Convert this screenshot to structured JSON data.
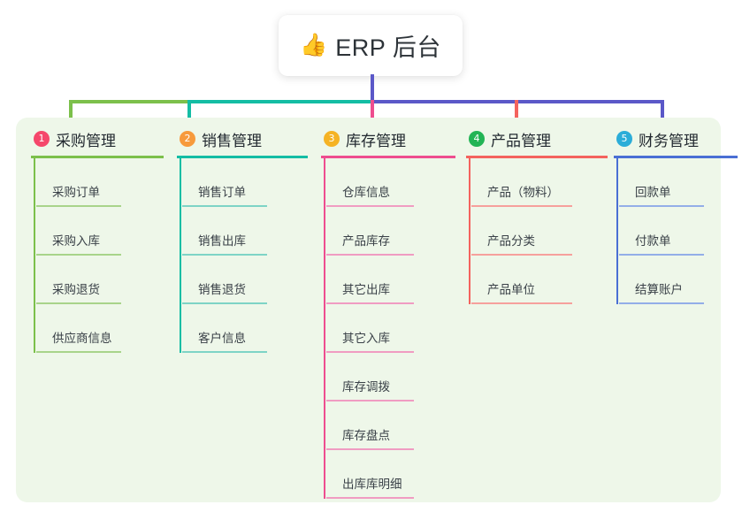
{
  "root": {
    "icon": "thumbs-up-icon",
    "emoji": "👍",
    "title": "ERP 后台"
  },
  "palette": {
    "panel_bg": "#eef7e9",
    "page_bg": "#ffffff",
    "stem_purple": "#5b58c8",
    "bus_green": "#7cc04b",
    "bus_teal": "#14bda4",
    "drop_pink": "#ee4d8f",
    "drop_red": "#f4635e"
  },
  "columns": [
    {
      "number": "1",
      "title": "采购管理",
      "badge_color": "#f5476b",
      "line_color": "#7cc04b",
      "leaf_line_color": "#a8d48a",
      "items": [
        {
          "label": "采购订单"
        },
        {
          "label": "采购入库"
        },
        {
          "label": "采购退货"
        },
        {
          "label": "供应商信息"
        }
      ]
    },
    {
      "number": "2",
      "title": "销售管理",
      "badge_color": "#f79a3c",
      "line_color": "#14bda4",
      "leaf_line_color": "#7ed4c6",
      "items": [
        {
          "label": "销售订单"
        },
        {
          "label": "销售出库"
        },
        {
          "label": "销售退货"
        },
        {
          "label": "客户信息"
        }
      ]
    },
    {
      "number": "3",
      "title": "库存管理",
      "badge_color": "#f5b324",
      "line_color": "#ee4d8f",
      "leaf_line_color": "#f09cc2",
      "items": [
        {
          "label": "仓库信息"
        },
        {
          "label": "产品库存"
        },
        {
          "label": "其它出库"
        },
        {
          "label": "其它入库"
        },
        {
          "label": "库存调拨"
        },
        {
          "label": "库存盘点"
        },
        {
          "label": "出库库明细"
        }
      ]
    },
    {
      "number": "4",
      "title": "产品管理",
      "badge_color": "#22b455",
      "line_color": "#f4635e",
      "leaf_line_color": "#f6a09c",
      "items": [
        {
          "label": "产品（物料）"
        },
        {
          "label": "产品分类"
        },
        {
          "label": "产品单位"
        }
      ]
    },
    {
      "number": "5",
      "title": "财务管理",
      "badge_color": "#2badd8",
      "line_color": "#4a6fd4",
      "leaf_line_color": "#93aee8",
      "items": [
        {
          "label": "回款单"
        },
        {
          "label": "付款单"
        },
        {
          "label": "结算账户"
        }
      ]
    }
  ]
}
